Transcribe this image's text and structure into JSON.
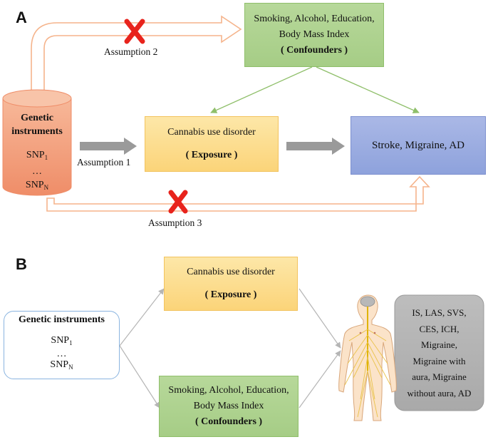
{
  "panel_a": {
    "label": "A",
    "confounders": {
      "line1": "Smoking, Alcohol, Education,",
      "line2": "Body Mass Index",
      "line3": "( Confounders )"
    },
    "genetic": {
      "title1": "Genetic",
      "title2": "instruments",
      "snp": "SNP",
      "snp1_sub": "1",
      "dots": "…",
      "snpn_sub": "N"
    },
    "exposure": {
      "line1": "Cannabis use disorder",
      "line2": "( Exposure )"
    },
    "outcome": "Stroke, Migraine, AD",
    "assumption1": "Assumption 1",
    "assumption2": "Assumption 2",
    "assumption3": "Assumption 3"
  },
  "panel_b": {
    "label": "B",
    "genetic": {
      "title": "Genetic instruments",
      "snp": "SNP",
      "snp1_sub": "1",
      "dots": "…",
      "snpn_sub": "N"
    },
    "exposure": {
      "line1": "Cannabis use disorder",
      "line2": "( Exposure )"
    },
    "confounders": {
      "line1": "Smoking, Alcohol, Education,",
      "line2": "Body Mass Index",
      "line3": "( Confounders )"
    },
    "outcomes": [
      "IS, LAS, SVS,",
      "CES, ICH,",
      "Migraine,",
      "Migraine with",
      "aura, Migraine",
      "without aura, AD"
    ]
  },
  "colors": {
    "green": "#a6cd86",
    "yellow": "#fbd479",
    "blue": "#8ea2dc",
    "salmon": "#f4a07c",
    "arrow_gray": "#9a9a9a",
    "cross_red": "#e8231c",
    "outline_orange": "#f5b48c",
    "outcome_gray": "#c8c8c8"
  }
}
